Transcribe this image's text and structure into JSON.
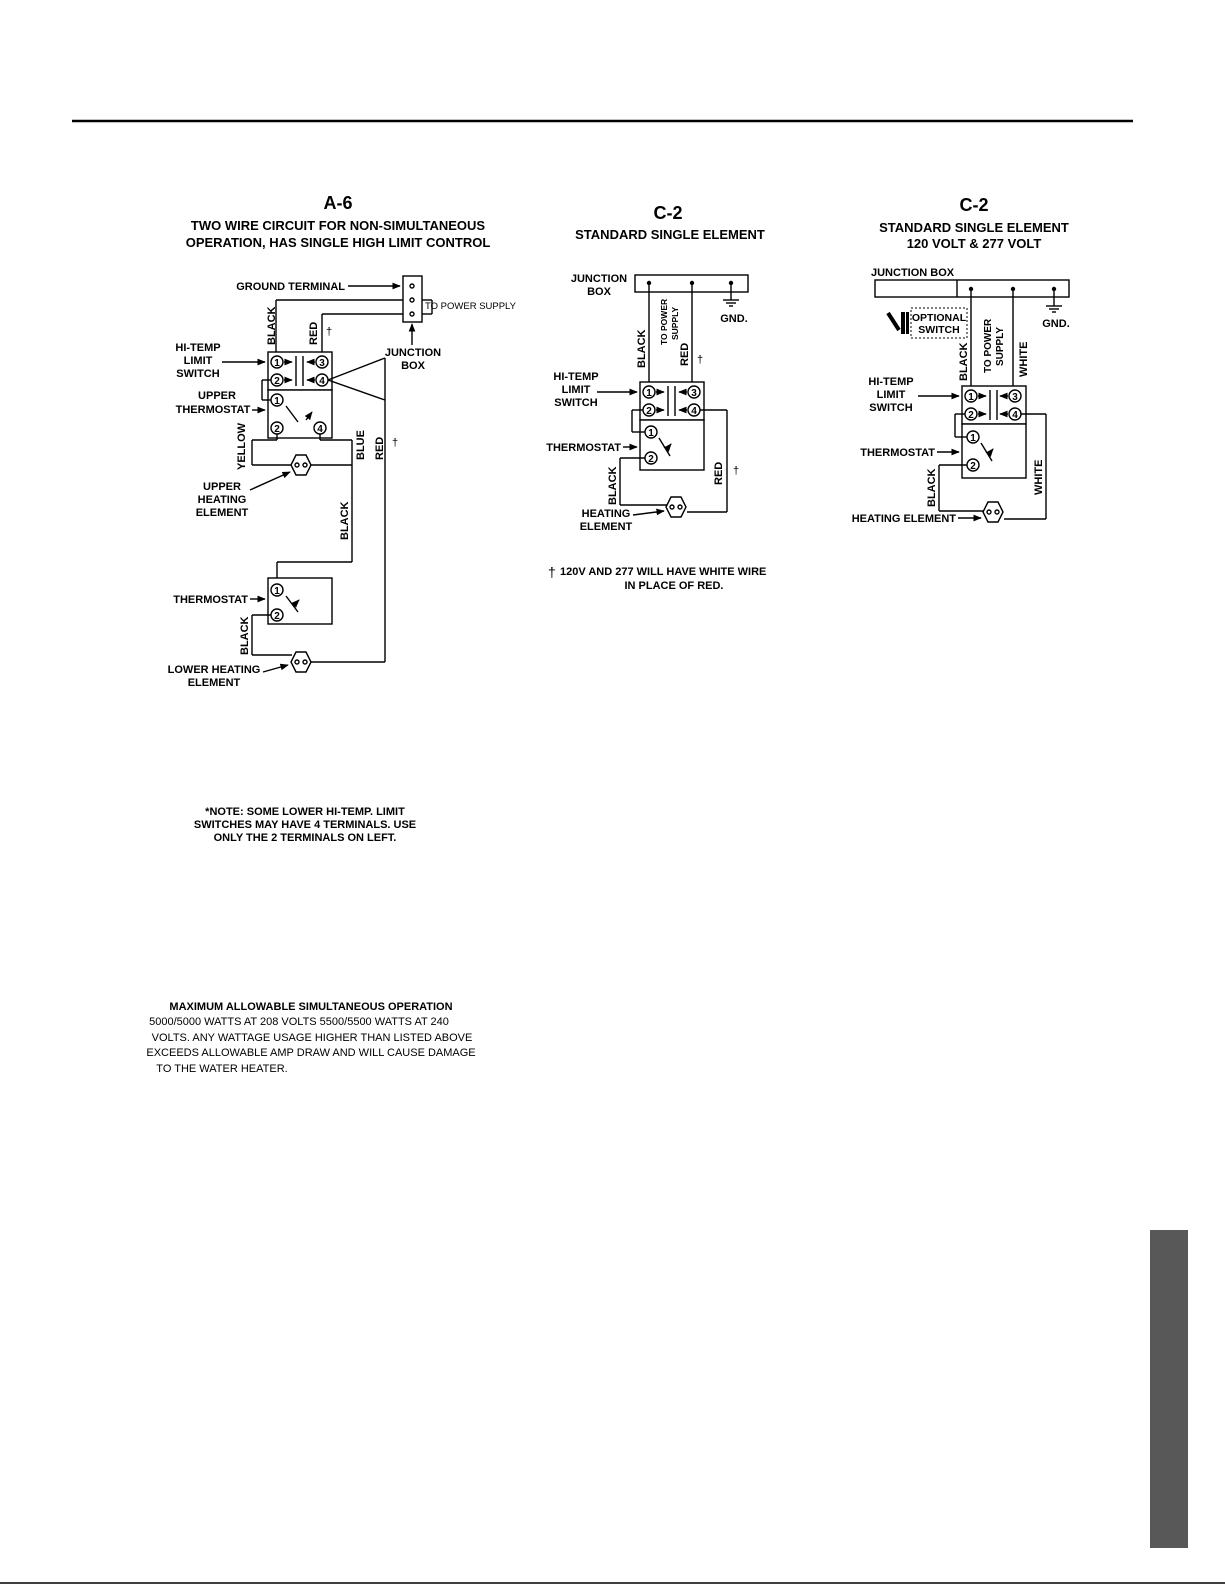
{
  "dagger": "†",
  "a6": {
    "title": "A-6",
    "subtitle_line1": "TWO WIRE CIRCUIT FOR NON-SIMULTANEOUS",
    "subtitle_line2": "OPERATION, HAS SINGLE HIGH LIMIT CONTROL",
    "ground_terminal": "GROUND TERMINAL",
    "to_power_supply": "TO POWER SUPPLY",
    "junction_box_1": "JUNCTION",
    "junction_box_2": "BOX",
    "hi_temp_1": "HI-TEMP",
    "hi_temp_2": "LIMIT",
    "hi_temp_3": "SWITCH",
    "upper_thermostat_1": "UPPER",
    "upper_thermostat_2": "THERMOSTAT",
    "upper_element_1": "UPPER",
    "upper_element_2": "HEATING",
    "upper_element_3": "ELEMENT",
    "thermostat": "THERMOSTAT",
    "lower_element_1": "LOWER HEATING",
    "lower_element_2": "ELEMENT",
    "wire_black": "BLACK",
    "wire_red": "RED",
    "wire_yellow": "YELLOW",
    "wire_blue": "BLUE",
    "note_1": "*NOTE: SOME LOWER HI-TEMP. LIMIT",
    "note_2": "SWITCHES MAY HAVE 4 TERMINALS. USE",
    "note_3": "ONLY THE 2 TERMINALS ON LEFT.",
    "max_1": "MAXIMUM  ALLOWABLE SIMULTANEOUS OPERATION",
    "max_2": "5000/5000 WATTS AT 208 VOLTS 5500/5500 WATTS AT 240",
    "max_3": "VOLTS. ANY WATTAGE USAGE HIGHER THAN LISTED ABOVE",
    "max_4": "EXCEEDS ALLOWABLE AMP DRAW AND WILL CAUSE DAMAGE",
    "max_5": "TO THE WATER HEATER."
  },
  "c2a": {
    "title": "C-2",
    "subtitle": "STANDARD SINGLE ELEMENT",
    "junction_1": "JUNCTION",
    "junction_2": "BOX",
    "to_power_1": "TO POWER",
    "to_power_2": "SUPPLY",
    "gnd": "GND.",
    "hi_temp_1": "HI-TEMP",
    "hi_temp_2": "LIMIT",
    "hi_temp_3": "SWITCH",
    "thermostat": "THERMOSTAT",
    "element_1": "HEATING",
    "element_2": "ELEMENT",
    "wire_black": "BLACK",
    "wire_red": "RED",
    "note_1": "120V AND 277 WILL HAVE WHITE WIRE",
    "note_2": "IN PLACE OF RED."
  },
  "c2b": {
    "title": "C-2",
    "subtitle_1": "STANDARD SINGLE ELEMENT",
    "subtitle_2": "120 VOLT & 277 VOLT",
    "junction": "JUNCTION BOX",
    "optional_1": "OPTIONAL",
    "optional_2": "SWITCH",
    "to_power_1": "TO POWER",
    "to_power_2": "SUPPLY",
    "gnd": "GND.",
    "hi_temp_1": "HI-TEMP",
    "hi_temp_2": "LIMIT",
    "hi_temp_3": "SWITCH",
    "thermostat": "THERMOSTAT",
    "element": "HEATING ELEMENT",
    "wire_black": "BLACK",
    "wire_white": "WHITE"
  },
  "terminals": {
    "t1": "1",
    "t2": "2",
    "t3": "3",
    "t4": "4"
  }
}
